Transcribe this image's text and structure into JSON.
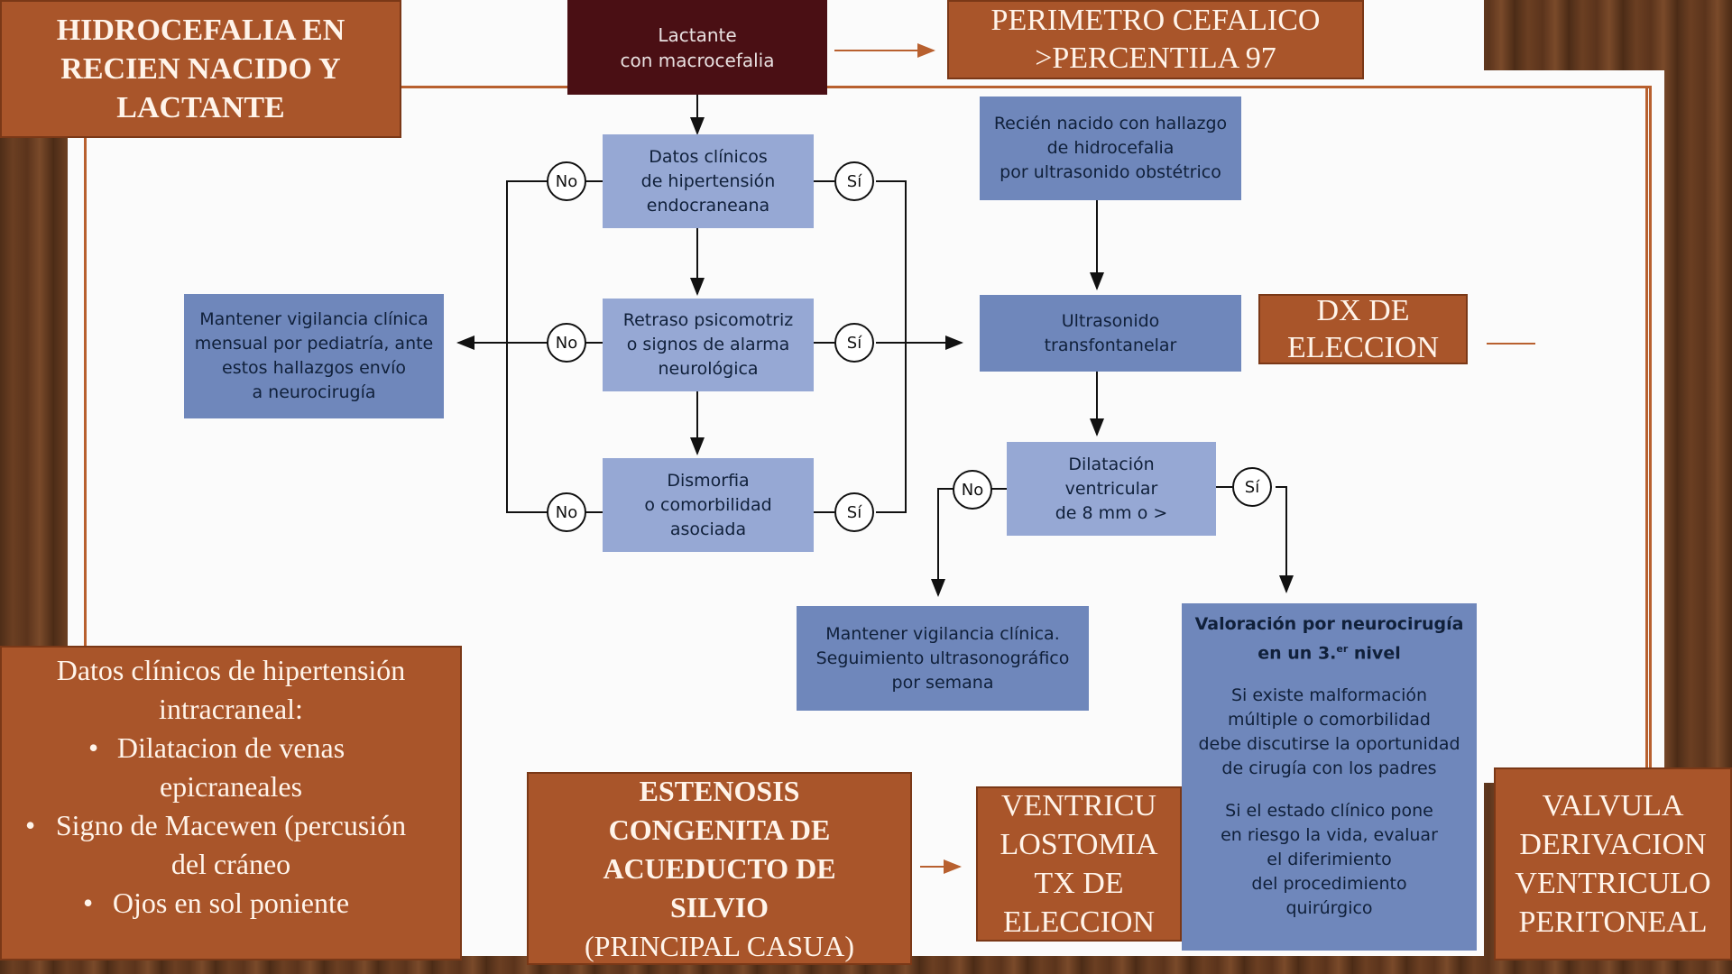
{
  "title": {
    "line1": "HIDROCEFALIA EN",
    "line2": "RECIEN NACIDO Y",
    "line3": "LACTANTE"
  },
  "perimetro": {
    "line1": "PERIMETRO CEFALICO",
    "line2": ">PERCENTILA 97"
  },
  "dx": {
    "line1": "DX DE",
    "line2": "ELECCION"
  },
  "estenosis": {
    "line1": "ESTENOSIS",
    "line2": "CONGENITA DE",
    "line3": "ACUEDUCTO DE",
    "line4": "SILVIO",
    "line5": "(PRINCIPAL CASUA)"
  },
  "ventriculostomia": {
    "line1": "VENTRICU",
    "line2": "LOSTOMIA",
    "line3": "TX DE",
    "line4": "ELECCION"
  },
  "valvula": {
    "line1": "VALVULA",
    "line2": "DERIVACION",
    "line3": "VENTRICULO",
    "line4": "PERITONEAL"
  },
  "clinical": {
    "heading1": "Datos clínicos de hipertensión",
    "heading2": "intracraneal:",
    "items": [
      "Dilatacion de venas",
      "epicraneales",
      "Signo de Macewen (percusión",
      "del cráneo",
      "Ojos en sol poniente"
    ]
  },
  "flow": {
    "lactante": {
      "line1": "Lactante",
      "line2": "con macrocefalia"
    },
    "datos": {
      "line1": "Datos clínicos",
      "line2": "de hipertensión",
      "line3": "endocraneana"
    },
    "retraso": {
      "line1": "Retraso psicomotriz",
      "line2": "o signos de alarma",
      "line3": "neurológica"
    },
    "dismorfia": {
      "line1": "Dismorfia",
      "line2": "o comorbilidad",
      "line3": "asociada"
    },
    "mantener1": {
      "line1": "Mantener vigilancia clínica",
      "line2": "mensual por pediatría, ante",
      "line3": "estos hallazgos envío",
      "line4": "a neurocirugía"
    },
    "reciennacido": {
      "line1": "Recién nacido con hallazgo",
      "line2": "de hidrocefalia",
      "line3": "por ultrasonido obstétrico"
    },
    "ultrasonido": {
      "line1": "Ultrasonido",
      "line2": "transfontanelar"
    },
    "dilatacion": {
      "line1": "Dilatación",
      "line2": "ventricular",
      "line3": "de 8 mm o >"
    },
    "mantener2": {
      "line1": "Mantener vigilancia clínica.",
      "line2": "Seguimiento ultrasonográfico",
      "line3": "por semana"
    },
    "valoracion": {
      "h1": "Valoración por neurocirugía",
      "h2": "en un 3.",
      "h2sup": "er",
      "h2b": " nivel",
      "p1": [
        "Si existe malformación",
        "múltiple o comorbilidad",
        "debe discutirse la oportunidad",
        "de cirugía con los padres"
      ],
      "p2": [
        "Si el estado clínico pone",
        "en riesgo la vida, evaluar",
        "el diferimiento",
        "del procedimiento",
        "quirúrgico"
      ]
    },
    "no": "No",
    "si": "Sí"
  }
}
